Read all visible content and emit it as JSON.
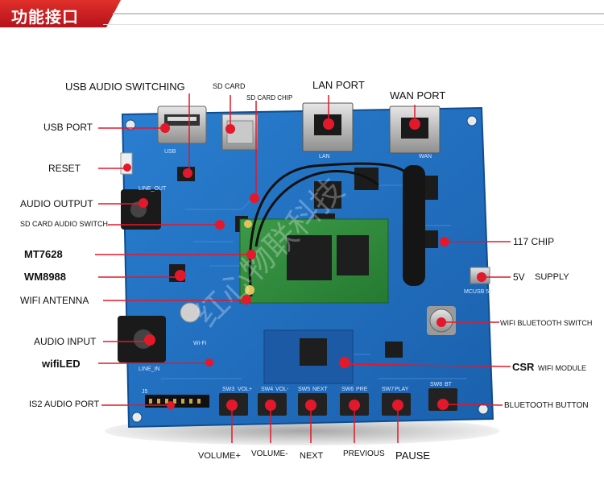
{
  "header": {
    "title": "功能接口"
  },
  "labels": {
    "usb_audio_switching": "USB AUDIO SWITCHING",
    "sd_card": "SD CARD",
    "sd_card_chip": "SD CARD CHIP",
    "lan_port": "LAN PORT",
    "wan_port": "WAN PORT",
    "usb_port": "USB PORT",
    "reset": "RESET",
    "audio_output": "AUDIO OUTPUT",
    "sd_card_audio_switch": "SD CARD AUDIO SWITCH",
    "mt7628": "MT7628",
    "wm8988": "WM8988",
    "wifi_antenna": "WIFI ANTENNA",
    "audio_input": "AUDIO INPUT",
    "wifiled": "wifiLED",
    "is2_audio_port": "IS2 AUDIO PORT",
    "chip_117": "117 CHIP",
    "supply_5v_a": "5V",
    "supply_5v_b": "SUPPLY",
    "wifi_bluetooth_switch": "WIFI BLUETOOTH SWITCH",
    "csr_a": "CSR",
    "csr_b": "WIFI MODULE",
    "bluetooth_button": "BLUETOOTH BUTTON",
    "volume_plus": "VOLUME+",
    "volume_minus": "VOLUME-",
    "next": "NEXT",
    "previous": "PREVIOUS",
    "pause": "PAUSE"
  },
  "board_silkscreen": {
    "usb": "USB",
    "lan": "LAN",
    "wan": "WAN",
    "wifi": "Wi-Fi",
    "line_in": "LINE_IN",
    "line_out": "LINE_OUT",
    "sw3": "SW3",
    "sw4": "SW4",
    "sw5": "SW5",
    "sw6": "SW6",
    "sw7": "SW7",
    "sw8": "SW8",
    "vol_plus": "VOL+",
    "vol_minus": "VOL-",
    "next": "NEXT",
    "pre": "PRE",
    "play": "PLAY",
    "bt": "BT",
    "j5": "J5",
    "mcusb": "MCUSB 5V"
  },
  "watermark": "红心物联科技",
  "colors": {
    "pcb": "#1f6fc0",
    "pcb_dark": "#124f94",
    "module": "#2f8a3b",
    "chip": "#202020",
    "marker": "#e3182b",
    "header_red": "#c8161d",
    "metal": "#b8b8b8"
  }
}
